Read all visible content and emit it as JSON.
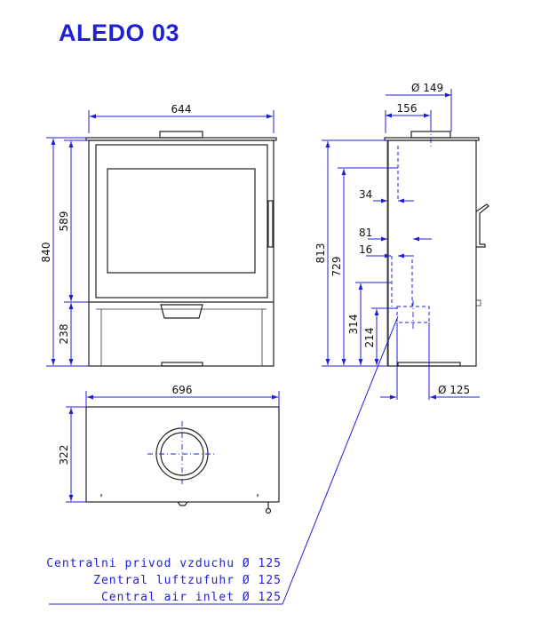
{
  "title": "ALEDO 03",
  "front_view": {
    "width": "644",
    "height_total": "840",
    "height_glass": "589",
    "height_base": "238"
  },
  "side_view": {
    "flue_diameter": "Ø 149",
    "flue_offset": "156",
    "height_total": "813",
    "height_flue": "729",
    "dim_34": "34",
    "dim_81": "81",
    "dim_16": "16",
    "height_inlet_top": "314",
    "height_inlet_center": "214",
    "inlet_diameter": "Ø 125"
  },
  "top_view": {
    "width": "696",
    "depth": "322"
  },
  "notes": [
    "Centralni privod vzduchu Ø 125",
    "Zentral luftzufuhr Ø 125",
    "Central air inlet Ø 125"
  ]
}
